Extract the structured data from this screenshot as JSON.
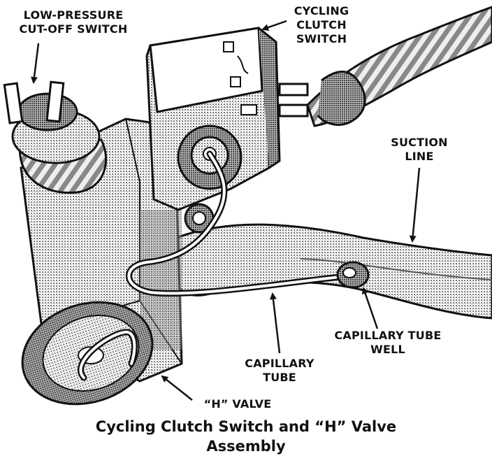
{
  "labels": {
    "low_pressure_switch": [
      "LOW-PRESSURE",
      "CUT-OFF SWITCH"
    ],
    "cycling_clutch_switch": [
      "CYCLING",
      "CLUTCH",
      "SWITCH"
    ],
    "suction_line": [
      "SUCTION",
      "LINE"
    ],
    "capillary_tube_well": [
      "CAPILLARY TUBE",
      "WELL"
    ],
    "capillary_tube": [
      "CAPILLARY",
      "TUBE"
    ],
    "h_valve": "“H” VALVE"
  },
  "caption": [
    "Cycling Clutch Switch and “H” Valve",
    "Assembly"
  ],
  "colors": {
    "ink": "#111111",
    "paper": "#ffffff",
    "shade": "#9a9a9a"
  }
}
